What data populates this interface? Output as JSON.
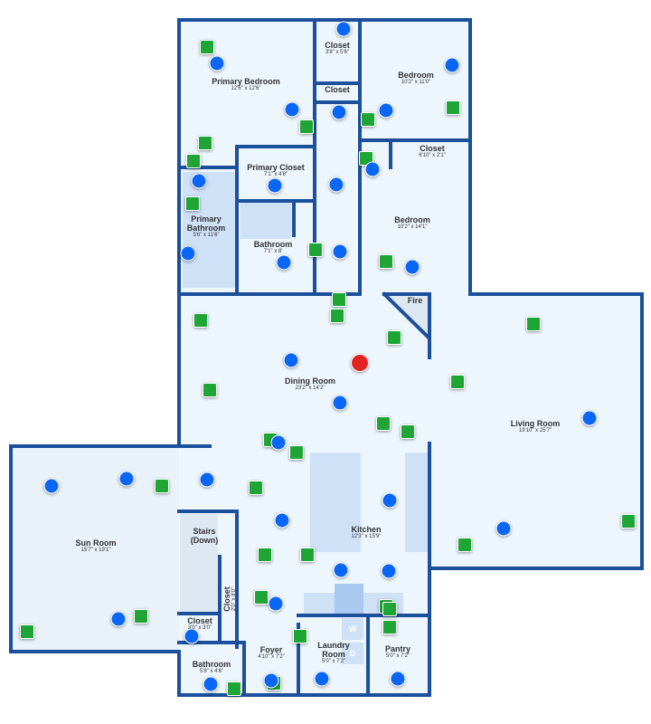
{
  "colors": {
    "wall": "#1c4f9c",
    "floor": "#eef6fd",
    "fixture": "#cfe1f7",
    "marker_blue": "#0a66f5",
    "marker_green": "#1fa535",
    "marker_red": "#e32222"
  },
  "rooms": [
    {
      "name": "Primary Bedroom",
      "dims": "12'6\" x 12'6\""
    },
    {
      "name": "Closet",
      "dims": "3'8\" x 5'6\""
    },
    {
      "name": "Closet",
      "dims": ""
    },
    {
      "name": "Bedroom",
      "dims": "10'2\" x 11'0\""
    },
    {
      "name": "Closet",
      "dims": "6'10\" x 2'1\""
    },
    {
      "name": "Primary Closet",
      "dims": "7'1\" x 4'8\""
    },
    {
      "name": "Primary Bathroom",
      "dims": "5'6\" x 11'6\""
    },
    {
      "name": "Bathroom",
      "dims": "7'1\" x 8'"
    },
    {
      "name": "Bedroom",
      "dims": "10'2\" x 14'1\""
    },
    {
      "name": "Fire",
      "dims": ""
    },
    {
      "name": "Dining Room",
      "dims": "23'2\" x 14'2\""
    },
    {
      "name": "Living Room",
      "dims": "19'10\" x 25'7\""
    },
    {
      "name": "Sun Room",
      "dims": "15'7\" x 19'1\""
    },
    {
      "name": "Kitchen",
      "dims": "12'3\" x 15'9\""
    },
    {
      "name": "Stairs (Down)",
      "dims": ""
    },
    {
      "name": "Closet",
      "dims": "2'0\" x 8'0\""
    },
    {
      "name": "Closet",
      "dims": "3'0\" x 3'0\""
    },
    {
      "name": "Bathroom",
      "dims": "5'8\" x 4'6\""
    },
    {
      "name": "Foyer",
      "dims": "4'10\" x 7'2\""
    },
    {
      "name": "Laundry Room",
      "dims": "5'0\" x 7'2\""
    },
    {
      "name": "Pantry",
      "dims": "5'0\" x 7'2\""
    }
  ],
  "appliances": {
    "washer": "W",
    "dryer": "D"
  }
}
